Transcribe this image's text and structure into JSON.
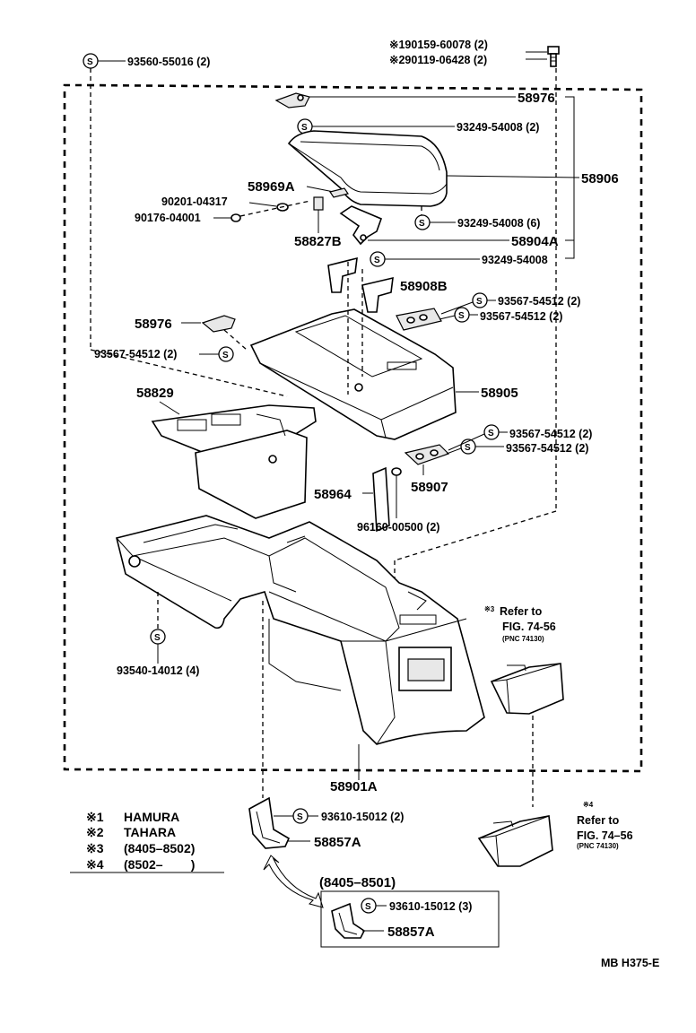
{
  "top_notes": {
    "note1": "※190159-60078 (2)",
    "note2": "※290119-06428 (2)"
  },
  "symbol_letter": "S",
  "labels": {
    "p93560": "93560-55016 (2)",
    "p58976_top": "58976",
    "p93249_a": "93249-54008 (2)",
    "p58906": "58906",
    "p58969A": "58969A",
    "p90201": "90201-04317",
    "p90176": "90176-04001",
    "p58827B": "58827B",
    "p93249_b": "93249-54008 (6)",
    "p58904A": "58904A",
    "p93249_c": "93249-54008",
    "p58908B": "58908B",
    "p93567_a": "93567-54512 (2)",
    "p93567_b": "93567-54512 (2)",
    "p58976_mid": "58976",
    "p93567_left": "93567-54512 (2)",
    "p58829": "58829",
    "p58905": "58905",
    "p93567_c": "93567-54512 (2)",
    "p93567_d": "93567-54512 (2)",
    "p58964": "58964",
    "p58907": "58907",
    "p96160": "96160-00500 (2)",
    "p93540": "93540-14012 (4)",
    "p58901A": "58901A",
    "p93610_a": "93610-15012 (2)",
    "p58857A_a": "58857A",
    "range_box": "(8405–8501)",
    "p93610_b": "93610-15012 (3)",
    "p58857A_b": "58857A"
  },
  "refer_a": {
    "mark": "※3",
    "line1": "Refer to",
    "line2": "FIG. 74-56",
    "pnc": "(PNC 74130)"
  },
  "refer_b": {
    "mark": "※4",
    "line1": "Refer to",
    "line2": "FIG. 74–56",
    "pnc": "(PNC 74130)"
  },
  "legend": [
    {
      "mark": "※1",
      "text": "HAMURA"
    },
    {
      "mark": "※2",
      "text": "TAHARA"
    },
    {
      "mark": "※3",
      "text": "(8405–8502)"
    },
    {
      "mark": "※4",
      "text": "(8502–        )"
    }
  ],
  "figure_code": "MB H375-E"
}
